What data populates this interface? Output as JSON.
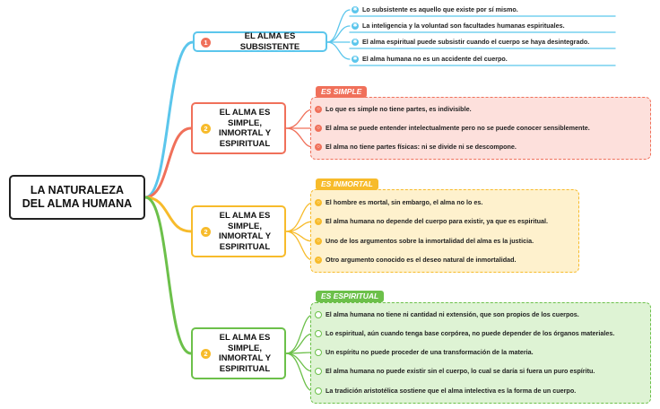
{
  "colors": {
    "blue": "#5bc6ec",
    "red": "#f0705a",
    "yellow": "#f7bb2b",
    "green": "#6cc04a"
  },
  "root": {
    "line1": "LA NATURALEZA",
    "line2": "DEL ALMA HUMANA"
  },
  "branches": [
    {
      "number": "1",
      "title": "EL ALMA ES SUBSISTENTE",
      "items": [
        "Lo subsistente es aquello que existe por sí mismo.",
        "La inteligencia y la voluntad son facultades humanas espirituales.",
        "El alma espiritual puede subsistir cuando el cuerpo se haya desintegrado.",
        "El alma humana no es un accidente del cuerpo."
      ]
    },
    {
      "number": "2",
      "title": [
        "EL ALMA ES",
        "SIMPLE,",
        "INMORTAL Y",
        "ESPIRITUAL"
      ],
      "tag": "ES SIMPLE",
      "items": [
        "Lo que es simple no tiene partes, es indivisible.",
        "El alma se puede entender intelectualmente pero no se puede conocer sensiblemente.",
        "El alma no tiene partes físicas: ni se divide ni se descompone."
      ]
    },
    {
      "number": "2",
      "title": [
        "EL ALMA ES",
        "SIMPLE,",
        "INMORTAL Y",
        "ESPIRITUAL"
      ],
      "tag": "ES INMORTAL",
      "items": [
        "El hombre es mortal, sin embargo, el alma no lo es.",
        "El alma humana no depende del cuerpo para existir, ya que es espiritual.",
        "Uno de los argumentos sobre la inmortalidad del alma es la justicia.",
        "Otro argumento conocido es el deseo natural de inmortalidad."
      ]
    },
    {
      "number": "2",
      "title": [
        "EL ALMA ES",
        "SIMPLE,",
        "INMORTAL Y",
        "ESPIRITUAL"
      ],
      "tag": "ES ESPIRITUAL",
      "items": [
        "El alma humana no tiene ni cantidad ni extensión, que son propios de los cuerpos.",
        "Lo espiritual, aún cuando tenga base corpórea, no puede depender de los órganos materiales.",
        "Un espíritu no puede proceder de una transformación de la materia.",
        "El alma humana no puede existir sin el cuerpo, lo cual se daría si fuera un puro espíritu.",
        "La tradición aristotélica sostiene que el alma intelectiva es la forma de un cuerpo."
      ]
    }
  ]
}
